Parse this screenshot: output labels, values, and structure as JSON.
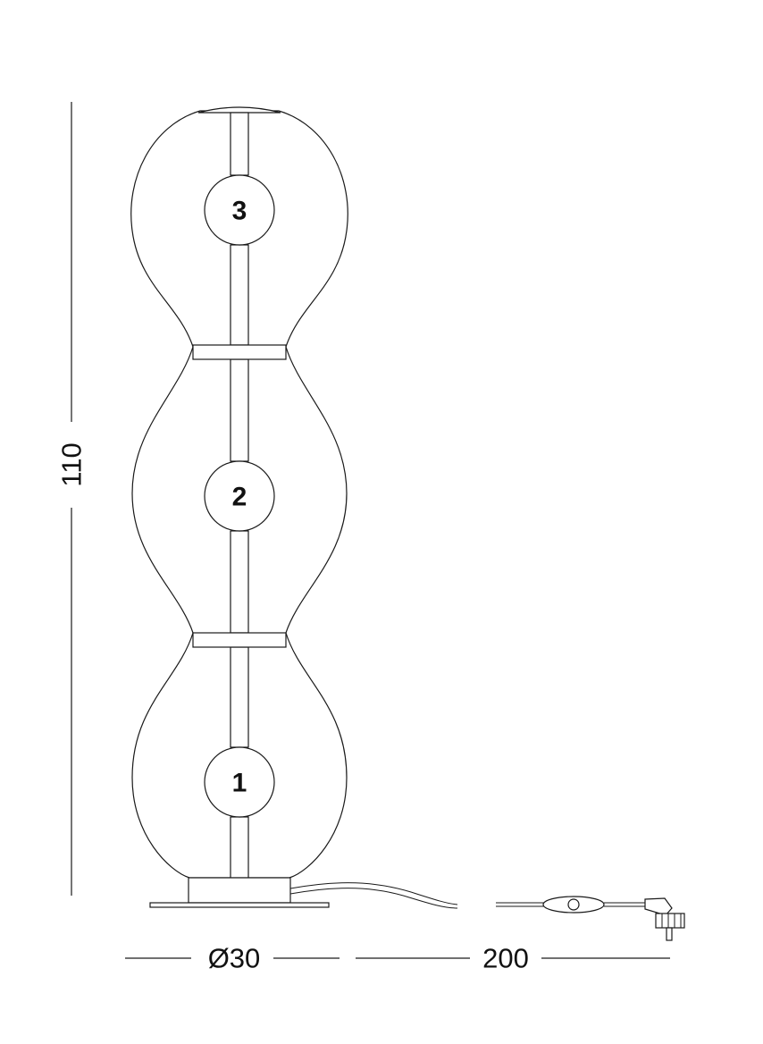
{
  "diagram": {
    "height_dimension": "110",
    "diameter_dimension": "Ø30",
    "cable_length_dimension": "200",
    "bulb_labels": [
      "3",
      "2",
      "1"
    ],
    "colors": {
      "stroke": "#1a1a1a",
      "background": "#ffffff"
    }
  }
}
